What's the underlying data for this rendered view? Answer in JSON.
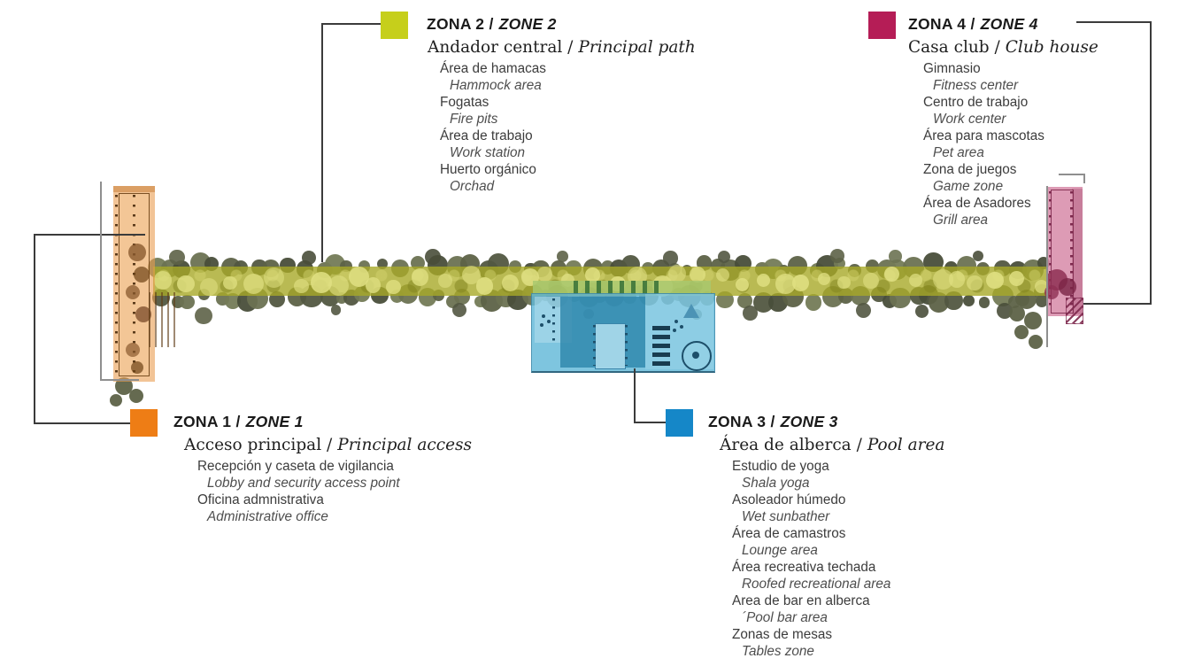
{
  "figure": {
    "type": "masterplan-zone-legend",
    "map": {
      "path_band_color": "#a7a928",
      "tree_color": "#5d6247",
      "canopy_highlight_color": "#e0e082",
      "zone1_overlay_color": "#e99d50",
      "zone3_overlay_color": "#61b8d8",
      "pool_water_color": "#2c84aa",
      "pool_green_strip_color": "#a8c86e",
      "zone4_overlay_color": "#d78aa8",
      "leader_line_color": "#3b3b3b"
    }
  },
  "zones": [
    {
      "title": "ZONA 1 /",
      "title_italic": "ZONE 1",
      "subtitle": "Acceso principal /",
      "subtitle_italic": "Principal access",
      "swatch_color": "#ee7d15",
      "items": [
        {
          "es": "Recepción y caseta de vigilancia",
          "en": "Lobby and security access point"
        },
        {
          "es": "Oficina admnistrativa",
          "en": "Administrative office"
        }
      ]
    },
    {
      "title": "ZONA 2 /",
      "title_italic": "ZONE 2",
      "subtitle": "Andador central /",
      "subtitle_italic": "Principal path",
      "swatch_color": "#c6cf1b",
      "items": [
        {
          "es": "Área de hamacas",
          "en": "Hammock area"
        },
        {
          "es": "Fogatas",
          "en": "Fire pits"
        },
        {
          "es": "Área de trabajo",
          "en": "Work station"
        },
        {
          "es": "Huerto orgánico",
          "en": "Orchad"
        }
      ]
    },
    {
      "title": "ZONA 3 /",
      "title_italic": "ZONE 3",
      "subtitle": "Área de alberca /",
      "subtitle_italic": "Pool area",
      "swatch_color": "#1587c8",
      "items": [
        {
          "es": "Estudio de yoga",
          "en": "Shala yoga"
        },
        {
          "es": "Asoleador húmedo",
          "en": "Wet sunbather"
        },
        {
          "es": "Área de camastros",
          "en": "Lounge area"
        },
        {
          "es": "Área recreativa techada",
          "en": "Roofed recreational area"
        },
        {
          "es": "Area de bar en alberca",
          "en": "´Pool bar area"
        },
        {
          "es": "Zonas de mesas",
          "en": "Tables zone"
        }
      ]
    },
    {
      "title": "ZONA 4 /",
      "title_italic": "ZONE 4",
      "subtitle": "Casa club /",
      "subtitle_italic": "Club house",
      "swatch_color": "#b51d56",
      "items": [
        {
          "es": "Gimnasio",
          "en": "Fitness center"
        },
        {
          "es": "Centro de trabajo",
          "en": "Work center"
        },
        {
          "es": "Área para mascotas",
          "en": "Pet area"
        },
        {
          "es": "Zona de juegos",
          "en": "Game zone"
        },
        {
          "es": "Área de Asadores",
          "en": "Grill area"
        }
      ]
    }
  ]
}
